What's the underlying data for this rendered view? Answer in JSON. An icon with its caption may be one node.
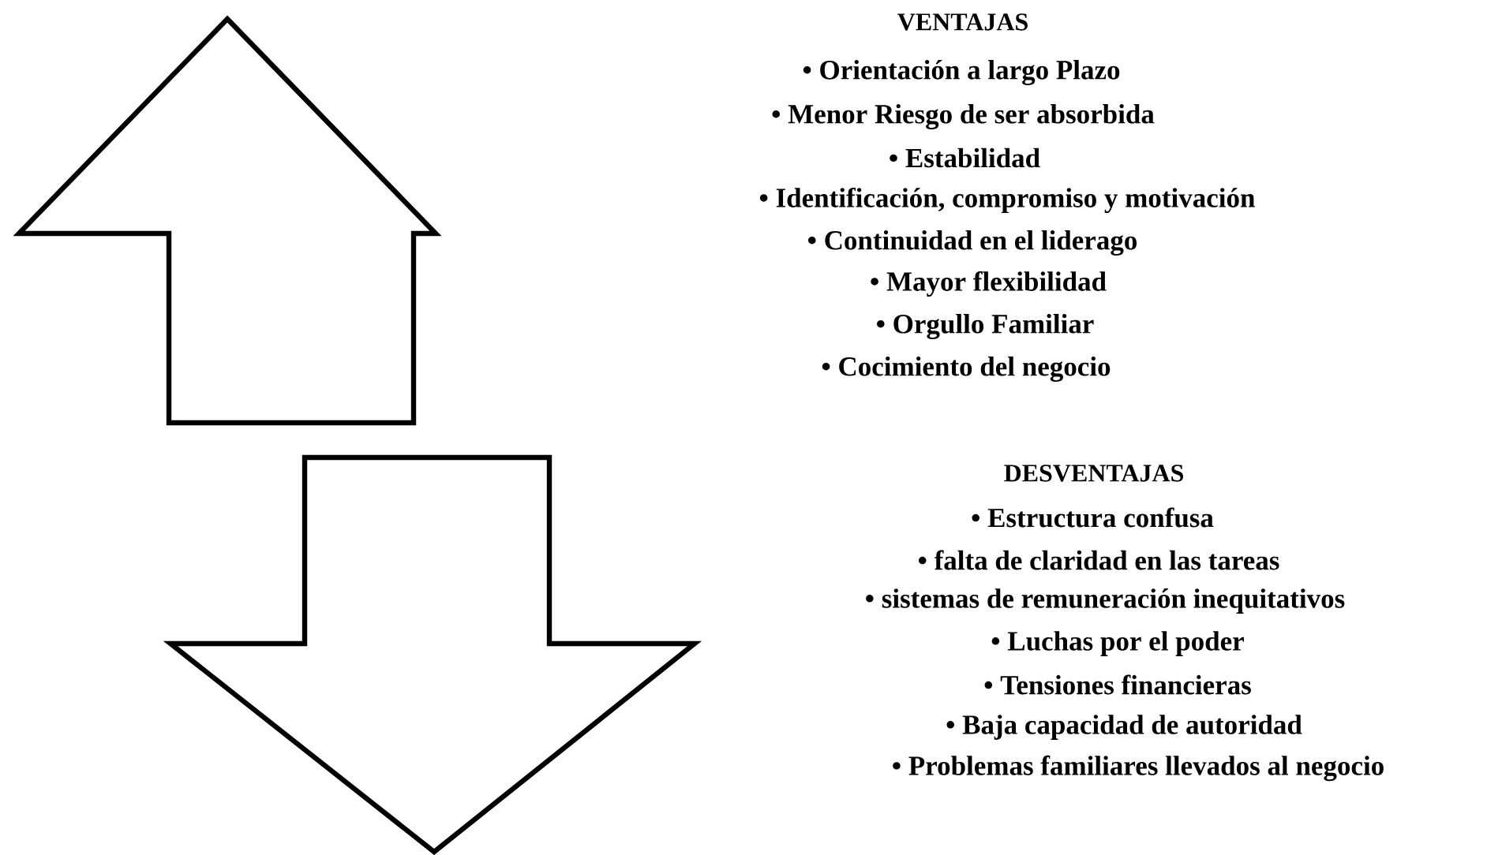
{
  "diagram": {
    "labels": [
      "VENTAJAS",
      "• Orientación a largo Plazo",
      "• Menor Riesgo de ser absorbida",
      "• Estabilidad",
      "• Identificación, compromiso y motivación",
      "• Continuidad en el liderago",
      "• Mayor flexibilidad",
      "• Orgullo Familiar",
      "• Cocimiento del negocio",
      "DESVENTAJAS",
      "• Estructura confusa",
      "• falta de claridad en las tareas",
      "• sistemas de remuneración inequitativos",
      "• Luchas por el poder",
      "• Tensiones financieras",
      "• Baja capacidad de autoridad",
      "• Problemas familiares llevados al negocio"
    ]
  }
}
